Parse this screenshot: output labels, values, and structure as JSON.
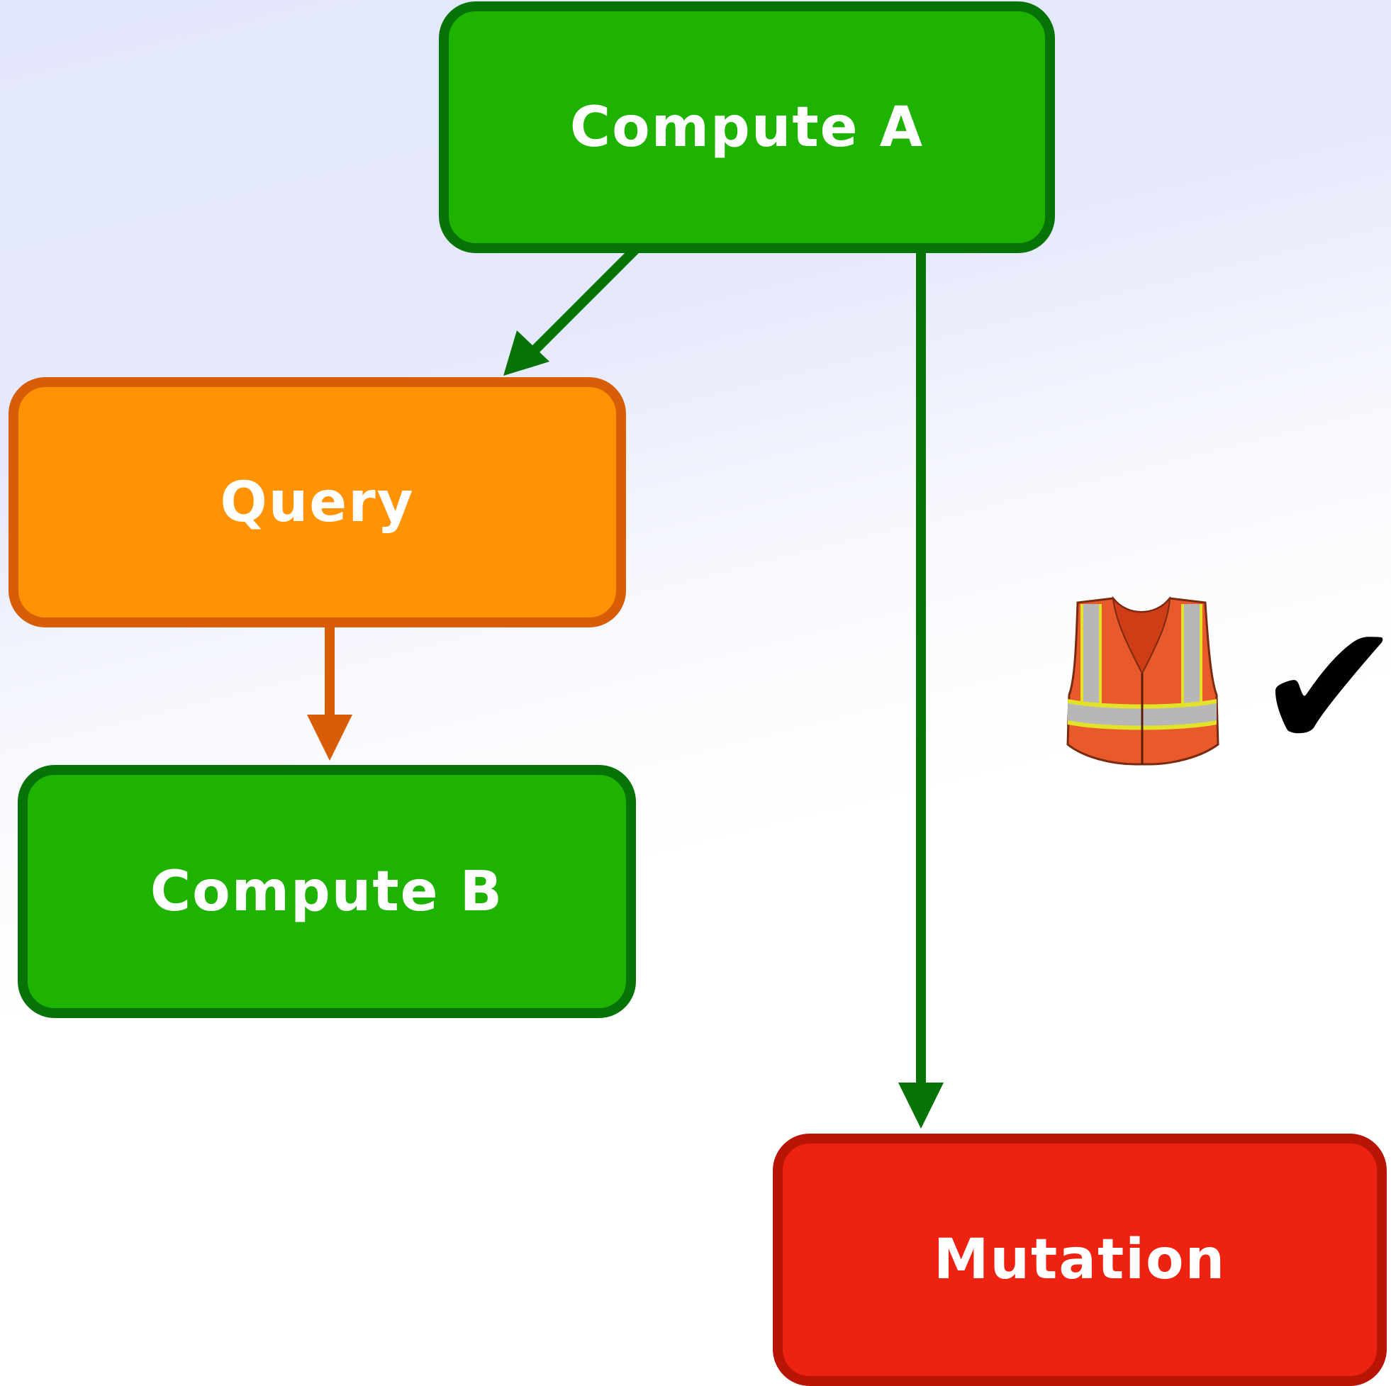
{
  "diagram": {
    "nodes": [
      {
        "id": "compute-a",
        "label": "Compute A",
        "color": "#1db300",
        "border": "#067306"
      },
      {
        "id": "query",
        "label": "Query",
        "color": "#ff9304",
        "border": "#d75e06"
      },
      {
        "id": "compute-b",
        "label": "Compute B",
        "color": "#1db300",
        "border": "#067306"
      },
      {
        "id": "mutation",
        "label": "Mutation",
        "color": "#ee2210",
        "border": "#b81506"
      }
    ],
    "edges": [
      {
        "from": "compute-a",
        "to": "query",
        "color": "#067306"
      },
      {
        "from": "query",
        "to": "compute-b",
        "color": "#d75e06"
      },
      {
        "from": "compute-a",
        "to": "mutation",
        "color": "#067306"
      }
    ],
    "annotation": {
      "icons": [
        "safety-vest-icon",
        "checkmark-icon"
      ],
      "checkmark": "✔"
    }
  }
}
